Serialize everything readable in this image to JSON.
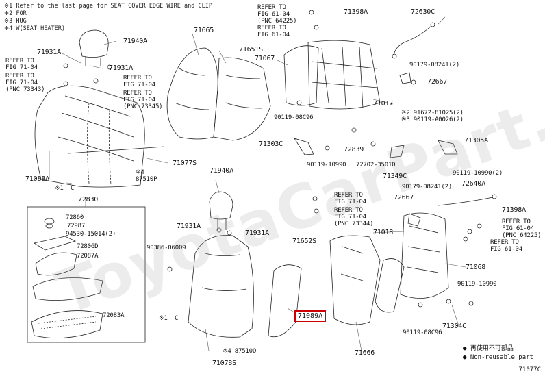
{
  "watermark": "ToyotaCarPart.ru",
  "figure_code": "71077C",
  "notes": [
    "※1 Refer to the last page for SEAT COVER EDGE WIRE and CLIP",
    "※2 FOR",
    "※3 HUG",
    "※4 W(SEAT HEATER)"
  ],
  "legend": {
    "item1": "● 再使用不可部品",
    "item2": "● Non-reusable part"
  },
  "highlight_part": "71089A",
  "labels": [
    {
      "id": "71940A_top",
      "text": "71940A"
    },
    {
      "id": "71931A_l",
      "text": "71931A"
    },
    {
      "id": "ref7104_a",
      "text": "REFER TO\nFIG 71-04"
    },
    {
      "id": "71931A_r",
      "text": "71931A"
    },
    {
      "id": "ref7104_b",
      "text": "REFER TO\nFIG 71-04\n(PNC 73343)"
    },
    {
      "id": "ref7104_c",
      "text": "REFER TO\nFIG 71-04"
    },
    {
      "id": "ref7104_d",
      "text": "REFER TO\nFIG 71-04\n(PNC 73345)"
    },
    {
      "id": "71088A",
      "text": "71088A"
    },
    {
      "id": "c1_a",
      "text": "※1 —C"
    },
    {
      "id": "71077S",
      "text": "71077S"
    },
    {
      "id": "87510P",
      "text": "※4\n87510P"
    },
    {
      "id": "72830",
      "text": "72830"
    },
    {
      "id": "72860",
      "text": "72860"
    },
    {
      "id": "72987",
      "text": "72987"
    },
    {
      "id": "94530",
      "text": "94530-15014(2)"
    },
    {
      "id": "72806D",
      "text": "72806D"
    },
    {
      "id": "72087A",
      "text": "72087A"
    },
    {
      "id": "72083A",
      "text": "72083A"
    },
    {
      "id": "71665",
      "text": "71665"
    },
    {
      "id": "71651S",
      "text": "71651S"
    },
    {
      "id": "71067",
      "text": "71067"
    },
    {
      "id": "ref6104_a",
      "text": "REFER TO\nFIG 61-04\n(PNC 64225)"
    },
    {
      "id": "ref6104_b",
      "text": "REFER TO\nFIG 61-04"
    },
    {
      "id": "71398A_t",
      "text": "71398A"
    },
    {
      "id": "72630C",
      "text": "72630C"
    },
    {
      "id": "90179_a",
      "text": "90179-08241(2)"
    },
    {
      "id": "72667_a",
      "text": "72667"
    },
    {
      "id": "71017",
      "text": "71017"
    },
    {
      "id": "90119_08c96_a",
      "text": "90119-08C96"
    },
    {
      "id": "91672",
      "text": "※2 91672-81025(2)\n※3 90119-A0026(2)"
    },
    {
      "id": "71303C",
      "text": "71303C"
    },
    {
      "id": "72839",
      "text": "72839"
    },
    {
      "id": "71305A",
      "text": "71305A"
    },
    {
      "id": "90119_10990",
      "text": "90119-10990"
    },
    {
      "id": "72702",
      "text": "72702-35010"
    },
    {
      "id": "71349C",
      "text": "71349C"
    },
    {
      "id": "90119_10990_2",
      "text": "90119-10990(2)"
    },
    {
      "id": "90179_b",
      "text": "90179-08241(2)"
    },
    {
      "id": "72640A",
      "text": "72640A"
    },
    {
      "id": "72667_b",
      "text": "72667"
    },
    {
      "id": "ref7104_e",
      "text": "REFER TO\nFIG 71-04"
    },
    {
      "id": "ref7104_f",
      "text": "REFER TO\nFIG 71-04\n(PNC 73344)"
    },
    {
      "id": "71398A_b",
      "text": "71398A"
    },
    {
      "id": "ref6104_c",
      "text": "REFER TO\nFIG 61-04\n(PNC 64225)"
    },
    {
      "id": "ref6104_d",
      "text": "REFER TO\nFIG 61-04"
    },
    {
      "id": "71940A_mid",
      "text": "71940A"
    },
    {
      "id": "71931A_m1",
      "text": "71931A"
    },
    {
      "id": "71931A_m2",
      "text": "71931A"
    },
    {
      "id": "90386",
      "text": "90386-06009"
    },
    {
      "id": "71652S",
      "text": "71652S"
    },
    {
      "id": "71018",
      "text": "71018"
    },
    {
      "id": "71068",
      "text": "71068"
    },
    {
      "id": "90119_10990_b",
      "text": "90119-10990"
    },
    {
      "id": "c1_b",
      "text": "※1 —C"
    },
    {
      "id": "71304C",
      "text": "71304C"
    },
    {
      "id": "90119_08c96_b",
      "text": "90119-08C96"
    },
    {
      "id": "87510Q",
      "text": "※4 87510Q"
    },
    {
      "id": "71078S",
      "text": "71078S"
    },
    {
      "id": "71666",
      "text": "71666"
    }
  ]
}
